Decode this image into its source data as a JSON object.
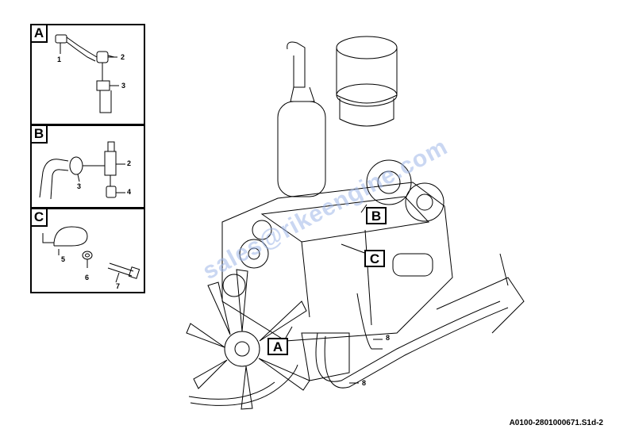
{
  "panels": {
    "a": {
      "tag": "A",
      "labels": [
        "1",
        "2",
        "3"
      ]
    },
    "b": {
      "tag": "B",
      "labels": [
        "2",
        "3",
        "4"
      ]
    },
    "c": {
      "tag": "C",
      "labels": [
        "5",
        "6",
        "7"
      ]
    }
  },
  "main": {
    "ref_a": "A",
    "ref_b": "B",
    "ref_c": "C",
    "hose_label_1": "8",
    "hose_label_2": "8"
  },
  "watermark": "sales@rikeengine.com",
  "doc_reference": "A0100-2801000671.S1d-2"
}
